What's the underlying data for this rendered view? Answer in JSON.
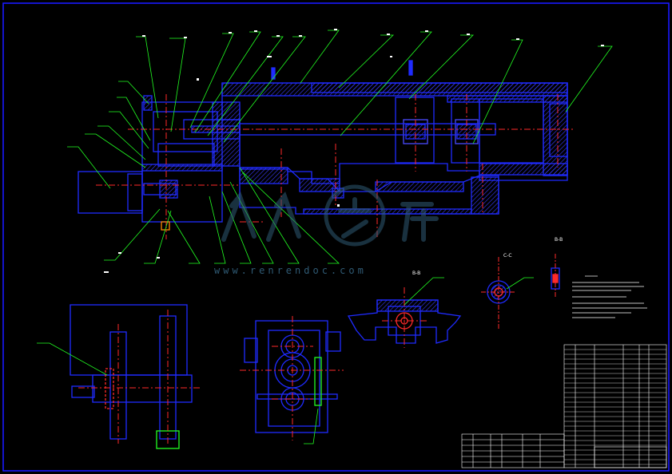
{
  "drawing": {
    "view_labels": {
      "section_cc": "C-C",
      "section_bb": "B-B",
      "section_b": "B-B"
    },
    "watermark": {
      "brand": "人人文库",
      "url": "www.renrendoc.com"
    }
  },
  "colors": {
    "background": "#000000",
    "frame": "#1a1aff",
    "part": "#1f2bff",
    "leader": "#22ff22",
    "centerline": "#ff2a2a",
    "text": "#ffffff",
    "watermark": "#2f5a74"
  }
}
